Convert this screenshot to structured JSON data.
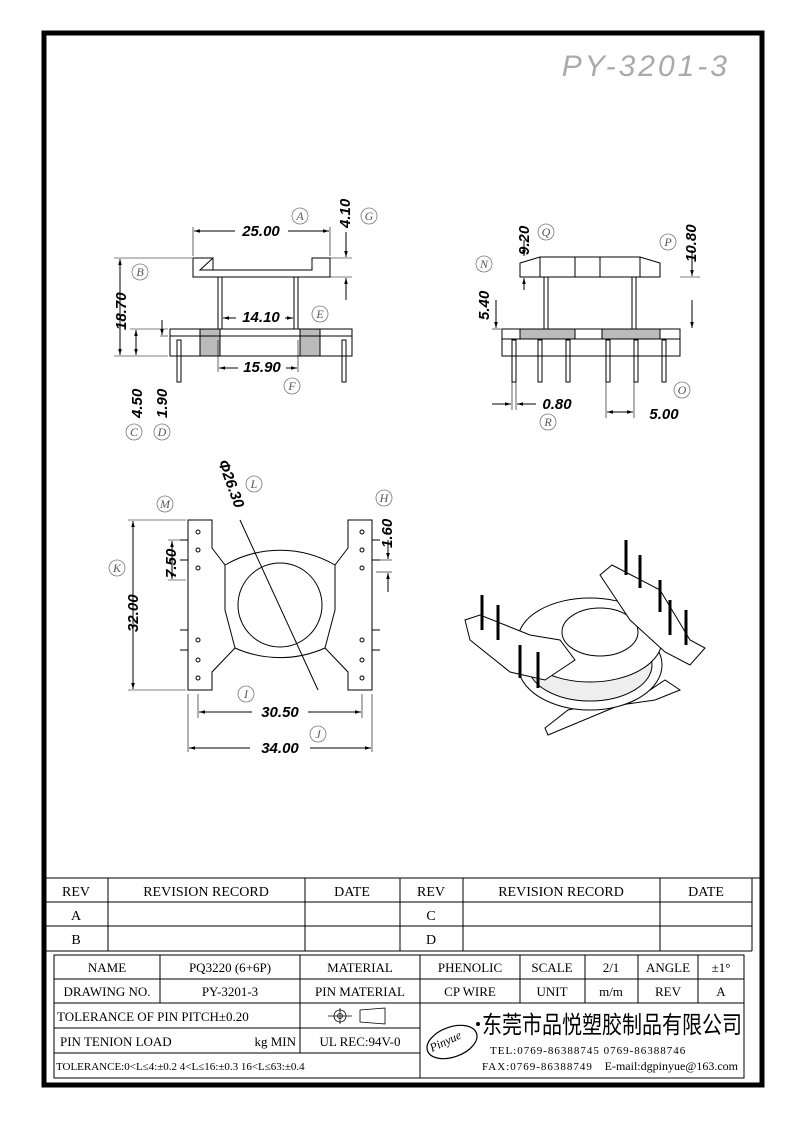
{
  "drawing_code": "PY-3201-3",
  "dimensions": {
    "top_width": "25.00",
    "top_gap": "4.10",
    "left_height": "18.70",
    "inner_width": "14.10",
    "pin_span": "15.90",
    "base_h1": "4.50",
    "base_h2": "1.90",
    "side_h1": "9.20",
    "side_h2": "10.80",
    "side_h3": "5.40",
    "pin_dia": "0.80",
    "pin_pitch": "5.00",
    "diameter": "Φ26.30",
    "slot_h": "1.60",
    "slot_pitch": "7.50",
    "bottom_height": "32.00",
    "inner_span": "30.50",
    "outer_span": "34.00"
  },
  "callouts": {
    "A": "A",
    "B": "B",
    "C": "C",
    "D": "D",
    "E": "E",
    "F": "F",
    "G": "G",
    "H": "H",
    "I": "I",
    "J": "J",
    "K": "K",
    "L": "L",
    "M": "M",
    "N": "N",
    "O": "O",
    "P": "P",
    "Q": "Q",
    "R": "R"
  },
  "revision": {
    "headers": [
      "REV",
      "REVISION RECORD",
      "DATE",
      "REV",
      "REVISION RECORD",
      "DATE"
    ],
    "rows": [
      [
        "A",
        "",
        "",
        "C",
        "",
        ""
      ],
      [
        "B",
        "",
        "",
        "D",
        "",
        ""
      ]
    ]
  },
  "titleblock": {
    "name_label": "NAME",
    "name_value": "PQ3220 (6+6P)",
    "material_label": "MATERIAL",
    "material_value": "PHENOLIC",
    "scale_label": "SCALE",
    "scale_value": "2/1",
    "angle_label": "ANGLE",
    "angle_value": "±1°",
    "drawing_no_label": "DRAWING NO.",
    "drawing_no_value": "PY-3201-3",
    "pin_material_label": "PIN MATERIAL",
    "pin_material_value": "CP WIRE",
    "unit_label": "UNIT",
    "unit_value": "m/m",
    "rev_label": "REV",
    "rev_value": "A",
    "tol_pitch": "TOLERANCE OF PIN PITCH±0.20",
    "pin_load": "PIN TENION LOAD",
    "pin_load_unit": "kg MIN",
    "ul": "UL REC:94V-0",
    "tolerance": "TOLERANCE:0<L≤4:±0.2   4<L≤16:±0.3   16<L≤63:±0.4",
    "logo": "Pinyue",
    "company": "东莞市品悦塑胶制品有限公司",
    "tel": "TEL:0769-86388745    0769-86388746",
    "fax": "FAX:0769-86388749",
    "email": "E-mail:dgpinyue@163.com"
  }
}
